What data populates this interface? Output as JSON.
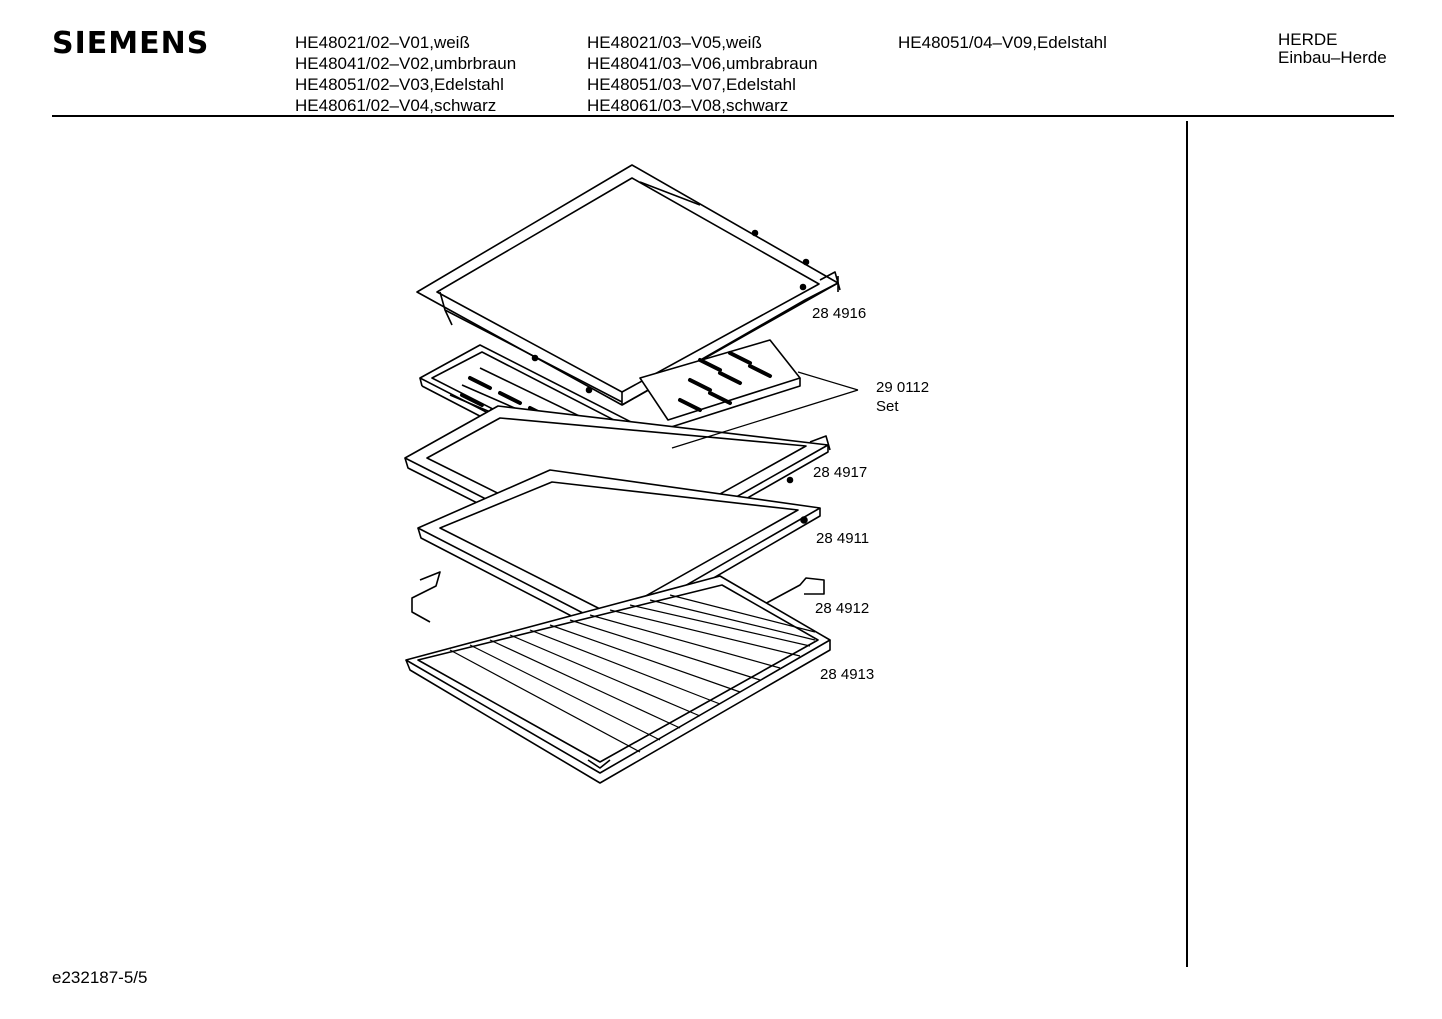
{
  "header": {
    "brand": "SIEMENS",
    "model_columns": [
      [
        "HE48021/02–V01,weiß",
        "HE48041/02–V02,umbrbraun",
        "HE48051/02–V03,Edelstahl",
        "HE48061/02–V04,schwarz"
      ],
      [
        "HE48021/03–V05,weiß",
        "HE48041/03–V06,umbrabraun",
        "HE48051/03–V07,Edelstahl",
        "HE48061/03–V08,schwarz"
      ],
      [
        "HE48051/04–V09,Edelstahl"
      ]
    ],
    "category_line1": "HERDE",
    "category_line2": "Einbau–Herde"
  },
  "parts": [
    {
      "number": "28 4916"
    },
    {
      "number": "29 0112",
      "note": "Set"
    },
    {
      "number": "28 4917"
    },
    {
      "number": "28 4911"
    },
    {
      "number": "28 4912"
    },
    {
      "number": "28 4913"
    }
  ],
  "footer": {
    "code": "e232187-5/5"
  }
}
